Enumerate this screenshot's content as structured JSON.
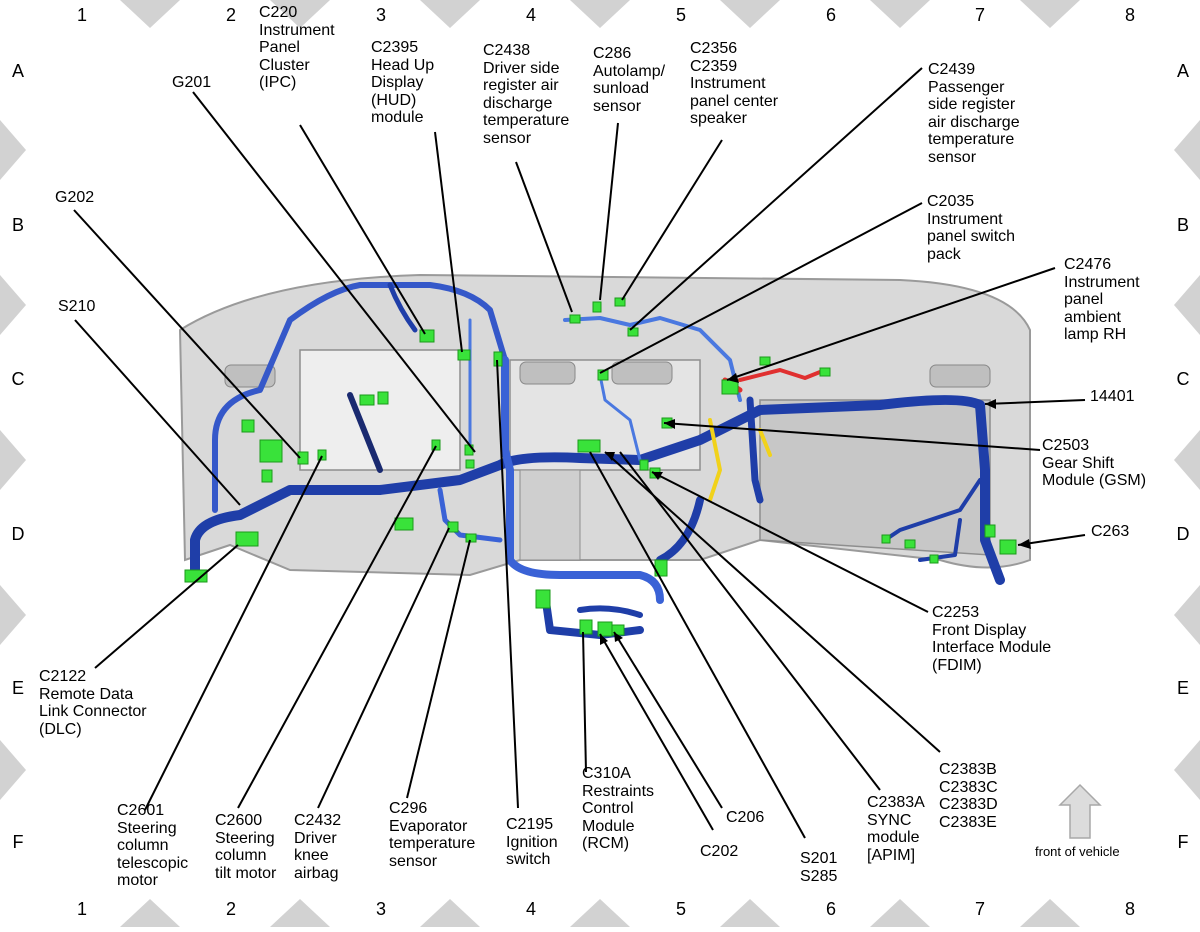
{
  "grid": {
    "columns": [
      "1",
      "2",
      "3",
      "4",
      "5",
      "6",
      "7",
      "8"
    ],
    "rows": [
      "A",
      "B",
      "C",
      "D",
      "E",
      "F"
    ]
  },
  "labels": {
    "g201": "G201",
    "c220": "C220\nInstrument\nPanel\nCluster\n(IPC)",
    "c2395": "C2395\nHead Up\nDisplay\n(HUD)\nmodule",
    "c2438": "C2438\nDriver side\nregister air\ndischarge\ntemperature\nsensor",
    "c286": "C286\nAutolamp/\nsunload\nsensor",
    "c2356": "C2356\nC2359\nInstrument\npanel center\nspeaker",
    "c2439": "C2439\nPassenger\nside register\nair discharge\ntemperature\nsensor",
    "g202": "G202",
    "c2035": "C2035\nInstrument\npanel switch\npack",
    "c2476": "C2476\nInstrument\npanel\nambient\nlamp RH",
    "s210": "S210",
    "n14401": "14401",
    "c2503": "C2503\nGear Shift\nModule (GSM)",
    "c263": "C263",
    "c2253": "C2253\nFront Display\nInterface Module\n(FDIM)",
    "c2122": "C2122\nRemote Data\nLink Connector\n(DLC)",
    "c2383b": "C2383B\nC2383C\nC2383D\nC2383E",
    "c206": "C206",
    "c2601": "C2601\nSteering\ncolumn\ntelescopic\nmotor",
    "c2600": "C2600\nSteering\ncolumn\ntilt motor",
    "c2432": "C2432\nDriver\nknee\nairbag",
    "c296": "C296\nEvaporator\ntemperature\nsensor",
    "c2195": "C2195\nIgnition\nswitch",
    "c310a": "C310A\nRestraints\nControl\nModule\n(RCM)",
    "c202": "C202",
    "s201": "S201\nS285",
    "c2383a": "C2383A\nSYNC\nmodule\n[APIM]",
    "front": "front of vehicle"
  },
  "colors": {
    "harness": "#1f3ea8",
    "harness_light": "#4a78e0",
    "connector": "#39e23a",
    "dash_body": "#d8d8d8",
    "grid_marker": "#cfcfcf",
    "red_wire": "#e03030",
    "yellow_wire": "#f1d21a"
  }
}
